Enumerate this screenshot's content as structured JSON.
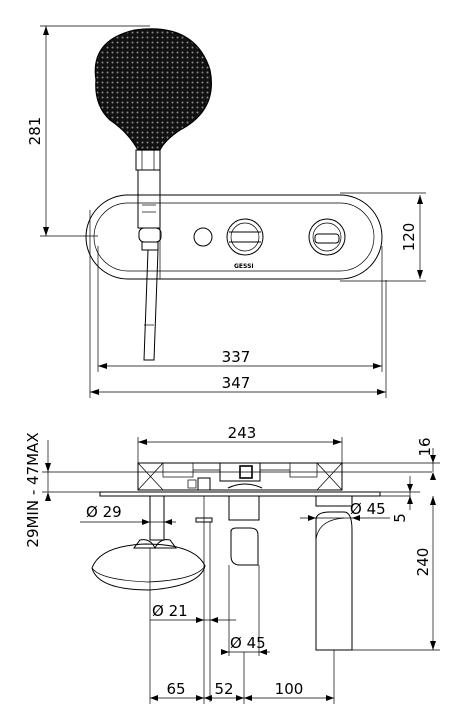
{
  "top_view": {
    "dim_height": "281",
    "dim_plate_height": "120",
    "dim_plate_width": "337",
    "dim_overall_width": "347"
  },
  "section_view": {
    "dim_width": "243",
    "dim_wall": "29MIN - 47MAX",
    "dim_top": "16",
    "dim_small": "5",
    "dim_spout_height": "240",
    "dim_pipe": "Ø 29",
    "dim_knob": "Ø 45",
    "dim_hose": "Ø 21",
    "dim_base": "Ø 45",
    "dim_spacing_1": "65",
    "dim_spacing_2": "52",
    "dim_spacing_3": "100"
  },
  "logo_text": "GESSI"
}
